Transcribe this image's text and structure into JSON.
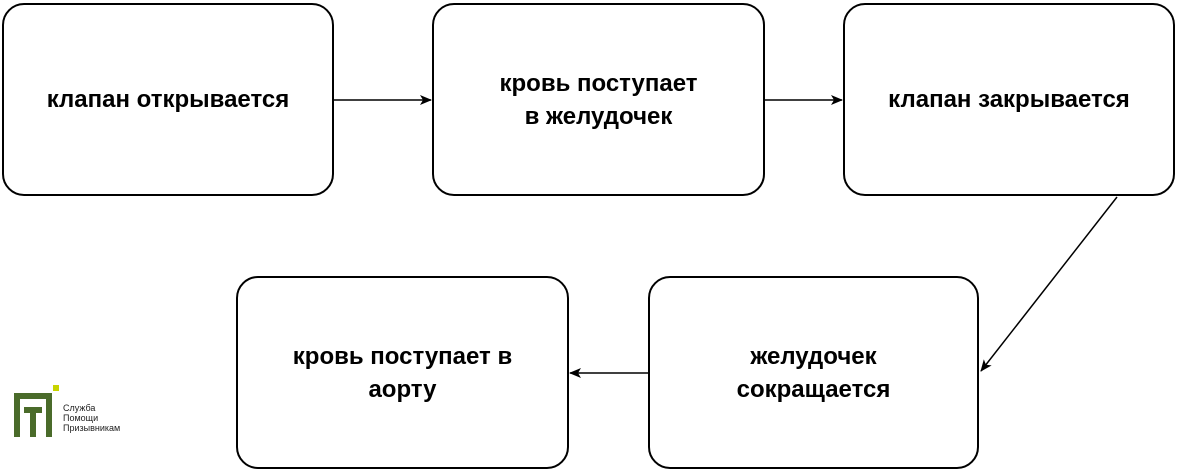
{
  "diagram": {
    "nodes": [
      {
        "id": "n1",
        "label": "клапан открывается"
      },
      {
        "id": "n2",
        "label_lines": [
          "кровь поступает",
          "в желудочек"
        ]
      },
      {
        "id": "n3",
        "label": "клапан закрывается"
      },
      {
        "id": "n4",
        "label_lines": [
          "желудочек",
          "сокращается"
        ]
      },
      {
        "id": "n5",
        "label_lines": [
          "кровь поступает в",
          "аорту"
        ]
      }
    ],
    "edges": [
      {
        "from": "n1",
        "to": "n2"
      },
      {
        "from": "n2",
        "to": "n3"
      },
      {
        "from": "n3",
        "to": "n4"
      },
      {
        "from": "n4",
        "to": "n5"
      }
    ]
  },
  "logo": {
    "text_lines": [
      "Служба",
      "Помощи",
      "Призывникам"
    ],
    "colors": {
      "green": "#4a6b2a",
      "accent": "#c8d400"
    }
  }
}
